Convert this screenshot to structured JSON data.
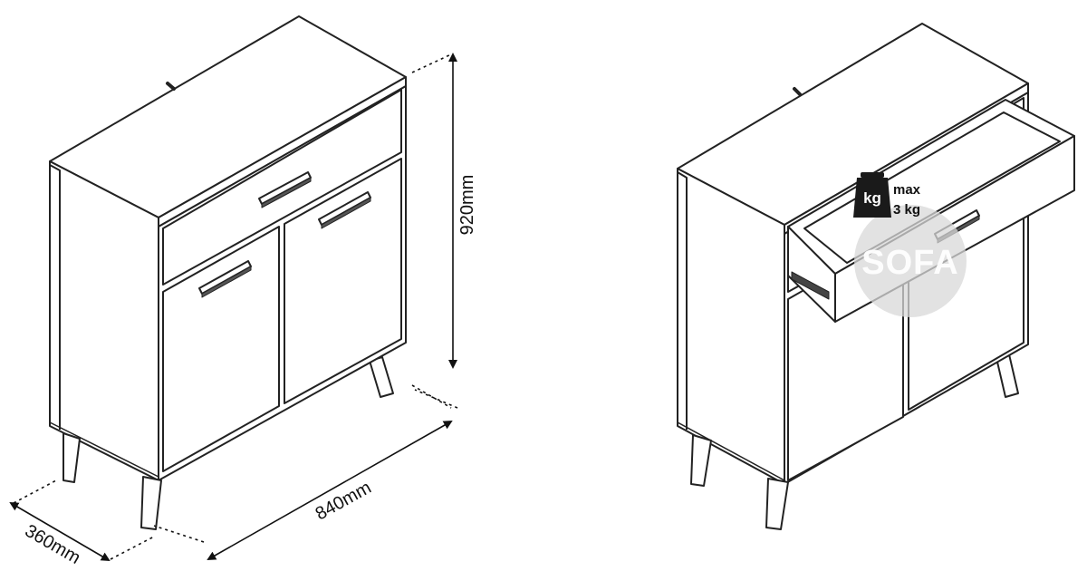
{
  "dimensions": {
    "height": "920mm",
    "width": "840mm",
    "depth": "360mm"
  },
  "weight_note": {
    "icon_text": "kg",
    "line1": "max",
    "line2": "3 kg"
  },
  "watermark": {
    "text": "SOFA"
  },
  "colors": {
    "line": "#222222",
    "watermark": "#d8d8d8",
    "weight_icon": "#1a1a1a"
  }
}
